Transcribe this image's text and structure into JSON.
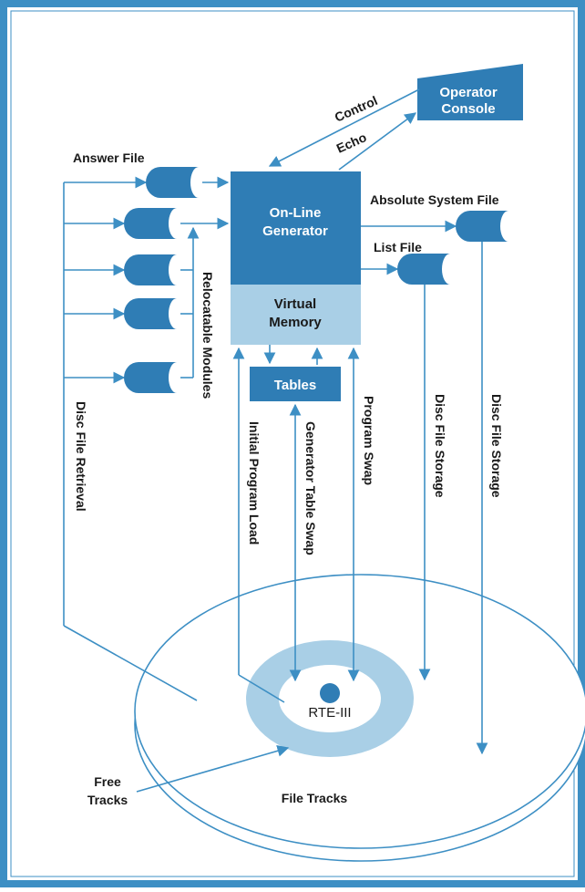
{
  "colors": {
    "frame": "#3d8fc4",
    "box_dark": "#2f7db5",
    "box_light": "#a9cfe6",
    "disc_ring": "#a9cfe6",
    "text_dark": "#1a1a1a",
    "text_light": "#ffffff"
  },
  "nodes": {
    "operator_console": [
      "Operator",
      "Console"
    ],
    "generator": [
      "On-Line",
      "Generator"
    ],
    "virtual_memory": [
      "Virtual",
      "Memory"
    ],
    "tables": "Tables",
    "rte": "RTE-III"
  },
  "labels": {
    "control": "Control",
    "echo": "Echo",
    "answer_file": "Answer File",
    "absolute_system_file": "Absolute System File",
    "list_file": "List File",
    "relocatable_modules": "Relocatable Modules",
    "disc_file_retrieval": "Disc File Retrieval",
    "initial_program_load": "Initial Program Load",
    "generator_table_swap": "Generator Table Swap",
    "program_swap": "Program Swap",
    "disc_file_storage_1": "Disc File Storage",
    "disc_file_storage_2": "Disc File Storage",
    "free_tracks": [
      "Free",
      "Tracks"
    ],
    "file_tracks": "File Tracks"
  }
}
